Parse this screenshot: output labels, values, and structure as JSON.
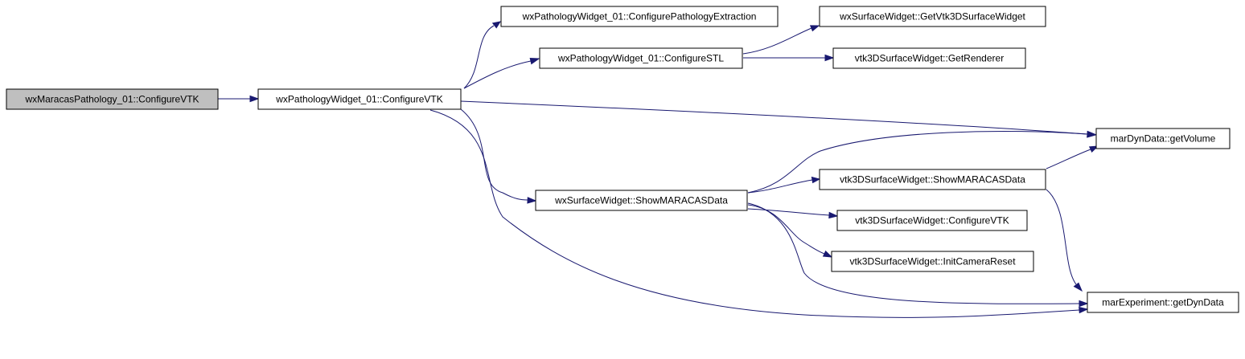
{
  "colors": {
    "root_fill": "#bfbfbf",
    "node_fill": "#ffffff",
    "border": "#000000",
    "edge": "#191970",
    "background": "#ffffff"
  },
  "nodes": [
    {
      "id": "n_root",
      "label": "wxMaracasPathology_01::ConfigureVTK",
      "root": true
    },
    {
      "id": "n_pw_configurevtk",
      "label": "wxPathologyWidget_01::ConfigureVTK"
    },
    {
      "id": "n_pw_extraction",
      "label": "wxPathologyWidget_01::ConfigurePathologyExtraction"
    },
    {
      "id": "n_pw_stl",
      "label": "wxPathologyWidget_01::ConfigureSTL"
    },
    {
      "id": "n_sw_getvtk3d",
      "label": "wxSurfaceWidget::GetVtk3DSurfaceWidget"
    },
    {
      "id": "n_v3d_renderer",
      "label": "vtk3DSurfaceWidget::GetRenderer"
    },
    {
      "id": "n_dyn_volume",
      "label": "marDynData::getVolume"
    },
    {
      "id": "n_v3d_showdata",
      "label": "vtk3DSurfaceWidget::ShowMARACASData"
    },
    {
      "id": "n_sw_showdata",
      "label": "wxSurfaceWidget::ShowMARACASData"
    },
    {
      "id": "n_v3d_configurevtk",
      "label": "vtk3DSurfaceWidget::ConfigureVTK"
    },
    {
      "id": "n_v3d_camera",
      "label": "vtk3DSurfaceWidget::InitCameraReset"
    },
    {
      "id": "n_exp_dyndata",
      "label": "marExperiment::getDynData"
    }
  ],
  "edges": [
    {
      "from": "n_root",
      "to": "n_pw_configurevtk"
    },
    {
      "from": "n_pw_configurevtk",
      "to": "n_pw_extraction"
    },
    {
      "from": "n_pw_configurevtk",
      "to": "n_pw_stl"
    },
    {
      "from": "n_pw_configurevtk",
      "to": "n_dyn_volume"
    },
    {
      "from": "n_pw_configurevtk",
      "to": "n_sw_showdata"
    },
    {
      "from": "n_pw_configurevtk",
      "to": "n_exp_dyndata"
    },
    {
      "from": "n_pw_stl",
      "to": "n_sw_getvtk3d"
    },
    {
      "from": "n_pw_stl",
      "to": "n_v3d_renderer"
    },
    {
      "from": "n_sw_showdata",
      "to": "n_dyn_volume"
    },
    {
      "from": "n_sw_showdata",
      "to": "n_v3d_showdata"
    },
    {
      "from": "n_sw_showdata",
      "to": "n_v3d_configurevtk"
    },
    {
      "from": "n_sw_showdata",
      "to": "n_v3d_camera"
    },
    {
      "from": "n_sw_showdata",
      "to": "n_exp_dyndata"
    },
    {
      "from": "n_v3d_showdata",
      "to": "n_dyn_volume"
    },
    {
      "from": "n_v3d_showdata",
      "to": "n_exp_dyndata"
    }
  ]
}
